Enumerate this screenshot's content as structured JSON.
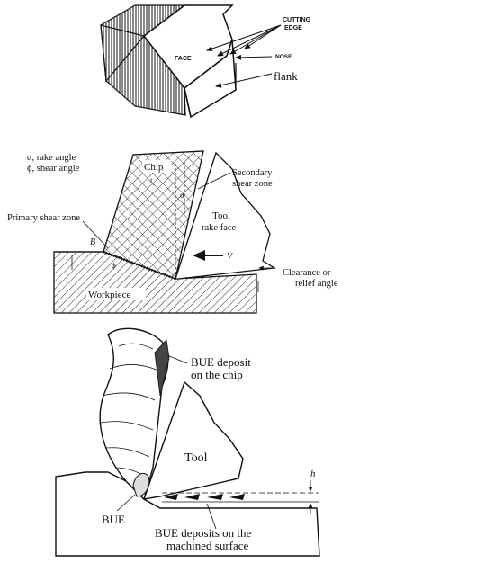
{
  "tool_geometry": {
    "cutting_edge_line1": "CUTTING",
    "cutting_edge_line2": "EDGE",
    "nose": "NOSE",
    "face": "FACE",
    "flank": "flank"
  },
  "chip_formation": {
    "legend_rake": "α, rake angle",
    "legend_shear": "ϕ, shear angle",
    "chip": "Chip",
    "chip_thickness": "t",
    "chip_thickness_sub": "c",
    "secondary_line1": "Secondary",
    "secondary_line2": "shear zone",
    "tool": "Tool",
    "rake_face": "rake face",
    "primary": "Primary shear zone",
    "point_b": "B",
    "velocity": "V",
    "alpha_mark": "α",
    "phi_mark": "ϕ",
    "clearance_line1": "Clearance or",
    "clearance_line2": "relief angle",
    "workpiece": "Workpiece"
  },
  "bue": {
    "chip_line1": "BUE deposit",
    "chip_line2": "on the chip",
    "tool": "Tool",
    "bue": "BUE",
    "surface_line1": "BUE deposits on the",
    "surface_line2": "machined surface",
    "h": "h"
  }
}
